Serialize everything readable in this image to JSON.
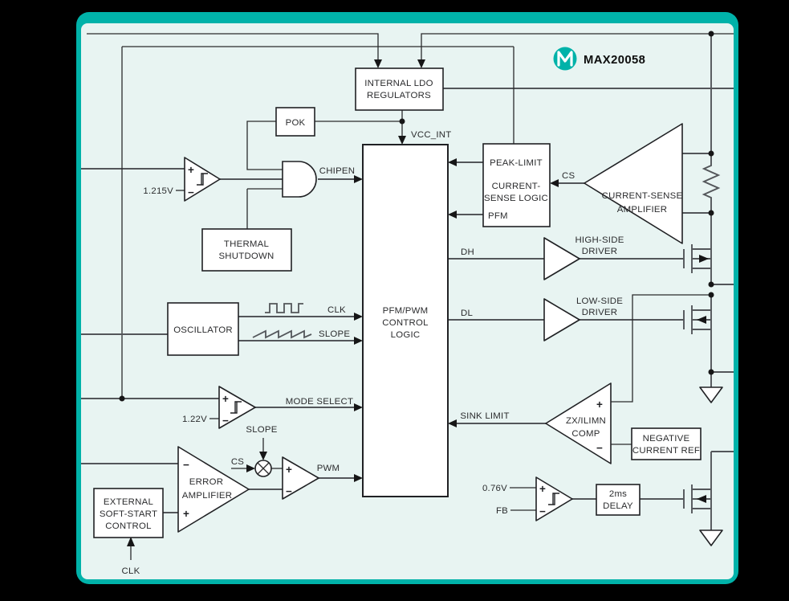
{
  "header": {
    "part_number": "MAX20058",
    "logo_icon": "maxim-logo"
  },
  "colors": {
    "brand_teal": "#00b2a9",
    "panel_bg": "#e8f4f2",
    "wire_gray": "#53565a",
    "ink": "#202124"
  },
  "symbols": {
    "plus": "+",
    "minus": "−"
  },
  "blocks": {
    "internal_ldo": {
      "line1": "INTERNAL LDO",
      "line2": "REGULATORS"
    },
    "pok": {
      "label": "POK"
    },
    "thermal_shutdown": {
      "line1": "THERMAL",
      "line2": "SHUTDOWN"
    },
    "oscillator": {
      "label": "OSCILLATOR"
    },
    "control_logic": {
      "line1": "PFM/PWM",
      "line2": "CONTROL",
      "line3": "LOGIC"
    },
    "peak_limit": {
      "line1": "PEAK-LIMIT",
      "line2": "CURRENT-",
      "line3": "SENSE LOGIC",
      "line4": "PFM"
    },
    "current_sense_amp": {
      "line1": "CURRENT-SENSE",
      "line2": "AMPLIFIER"
    },
    "high_side_driver": {
      "line1": "HIGH-SIDE",
      "line2": "DRIVER"
    },
    "low_side_driver": {
      "line1": "LOW-SIDE",
      "line2": "DRIVER"
    },
    "error_amplifier": {
      "line1": "ERROR",
      "line2": "AMPLIFIER"
    },
    "soft_start": {
      "line1": "EXTERNAL",
      "line2": "SOFT-START",
      "line3": "CONTROL"
    },
    "zx_comp": {
      "line1": "ZX/ILIMN",
      "line2": "COMP"
    },
    "negative_current_ref": {
      "line1": "NEGATIVE",
      "line2": "CURRENT REF"
    },
    "delay": {
      "line1": "2ms",
      "line2": "DELAY"
    }
  },
  "signals": {
    "vcc_int": "VCC_INT",
    "chipen": "CHIPEN",
    "clk": "CLK",
    "slope": "SLOPE",
    "dh": "DH",
    "dl": "DL",
    "mode_select": "MODE SELECT",
    "cs_peak": "CS",
    "cs_pwm": "CS",
    "slope_pwm": "SLOPE",
    "pwm": "PWM",
    "sink_limit": "SINK LIMIT",
    "fb": "FB",
    "clk_bottom": "CLK"
  },
  "references": {
    "v1215": "1.215V",
    "v122": "1.22V",
    "v076": "0.76V"
  }
}
